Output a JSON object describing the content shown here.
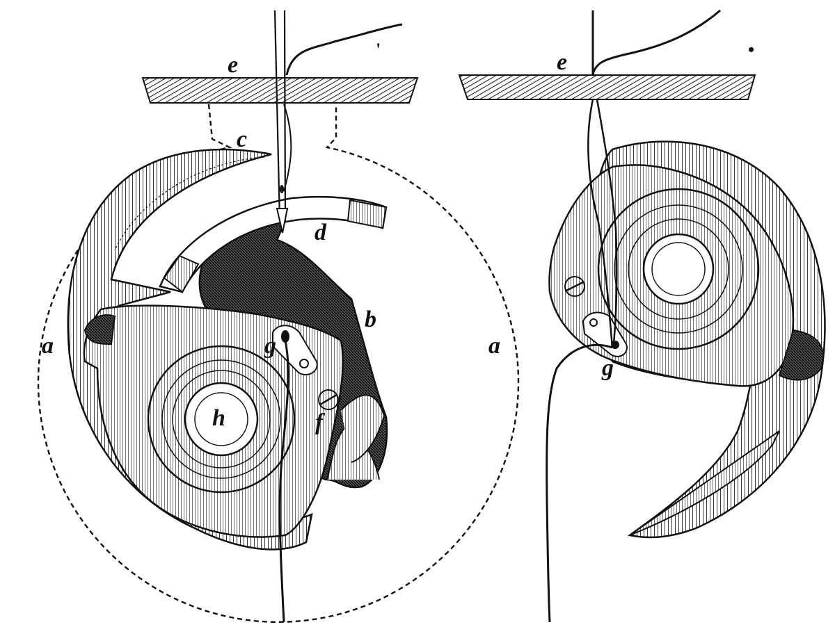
{
  "figure": {
    "left_panel": {
      "labels": {
        "e": "e",
        "mark": "'",
        "c": "c",
        "d": "d",
        "a_left": "a",
        "a_right": "a",
        "b": "b",
        "g": "g",
        "h": "h",
        "f": "f"
      }
    },
    "right_panel": {
      "labels": {
        "e": "e",
        "mark": "•",
        "g": "g"
      }
    },
    "colors": {
      "ink": "#111111",
      "shade": "#9a9a9a",
      "dark": "#3a3a3a",
      "paper": "#ffffff"
    }
  }
}
